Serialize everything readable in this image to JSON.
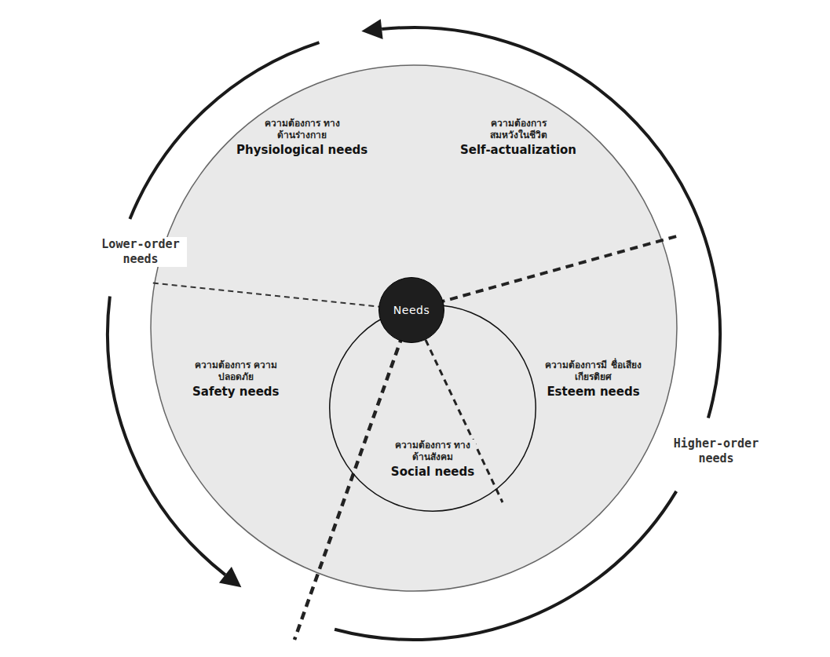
{
  "diagram": {
    "nodes": [
      {
        "text": [
          "ความต้องการ ทางด้านร่างกาย",
          "Physiological needs"
        ]
      },
      {
        "text": [
          "ความต้องการ สมหวังในชีวิต",
          "Self-actualization"
        ]
      },
      {
        "text": [
          "Needs"
        ]
      },
      {
        "text": [
          "ความต้องการ ความปลอดภัย",
          "Safety needs"
        ]
      },
      {
        "text": [
          "ความต้องการมี ชื่อเสียงเกียรติยศ",
          "Esteem needs"
        ]
      },
      {
        "text": [
          "ความต้องการ ทางด้านสังคม",
          "Social needs"
        ]
      }
    ],
    "labels": [
      "Lower-order needs",
      "Higher-order needs"
    ]
  }
}
